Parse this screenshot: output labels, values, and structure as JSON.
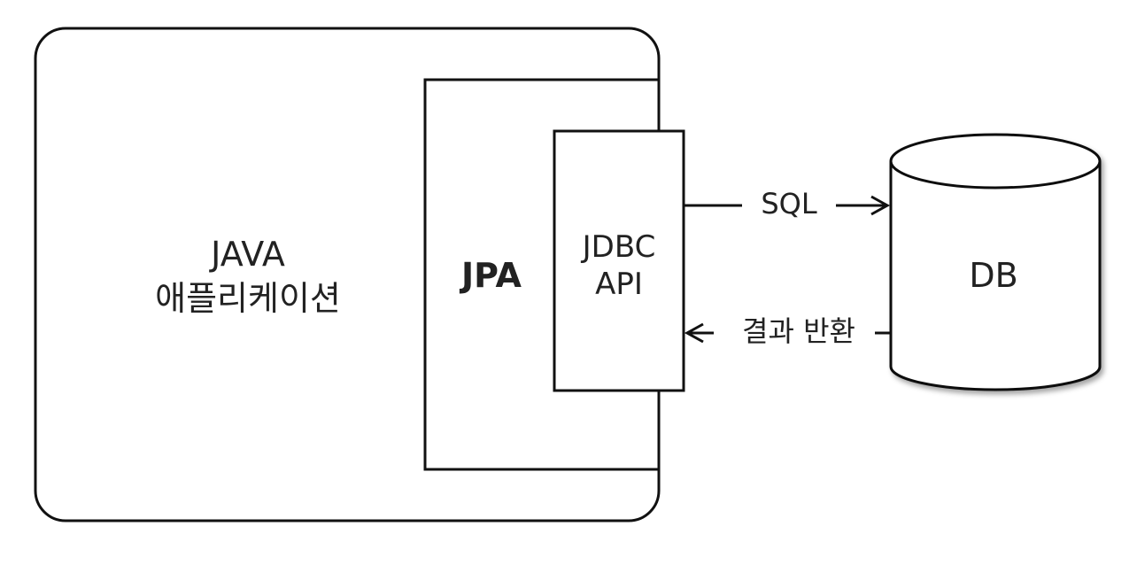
{
  "diagram": {
    "application": {
      "line1": "JAVA",
      "line2": "애플리케이션"
    },
    "jpa": {
      "label": "JPA"
    },
    "jdbc": {
      "line1": "JDBC",
      "line2": "API"
    },
    "database": {
      "label": "DB"
    },
    "arrows": {
      "request_label": "SQL",
      "response_label": "결과 반환"
    },
    "colors": {
      "stroke": "#111111",
      "text": "#222222",
      "background": "#ffffff"
    }
  }
}
